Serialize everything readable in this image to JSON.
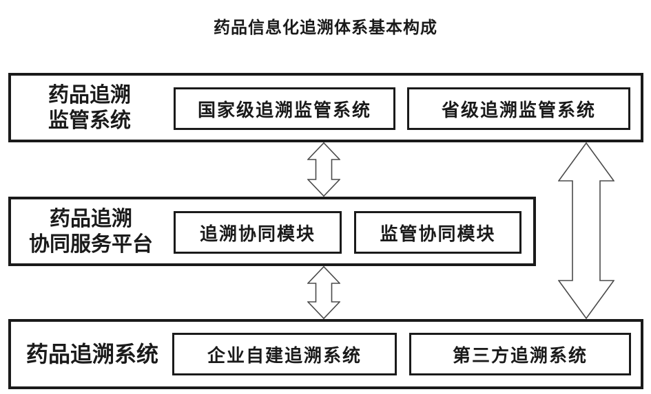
{
  "title": "药品信息化追溯体系基本构成",
  "colors": {
    "border": "#1a1a1a",
    "text": "#1a1a1a",
    "background": "#ffffff",
    "arrow_outline": "#4a4a4a"
  },
  "rows": [
    {
      "label": "药品追溯监管系统",
      "label_lines": [
        "药品追溯",
        "监管系统"
      ],
      "boxes": [
        "国家级追溯监管系统",
        "省级追溯监管系统"
      ]
    },
    {
      "label": "药品追溯协同服务平台",
      "label_lines": [
        "药品追溯",
        "协同服务平台"
      ],
      "boxes": [
        "追溯协同模块",
        "监管协同模块"
      ]
    },
    {
      "label": "药品追溯系统",
      "label_lines": [
        "药品追溯系统"
      ],
      "boxes": [
        "企业自建追溯系统",
        "第三方追溯系统"
      ]
    }
  ],
  "arrows": [
    {
      "name": "supervision-to-platform",
      "type": "double-headed-vertical"
    },
    {
      "name": "platform-to-trace-system",
      "type": "double-headed-vertical"
    },
    {
      "name": "supervision-to-trace-system",
      "type": "double-headed-vertical"
    }
  ]
}
